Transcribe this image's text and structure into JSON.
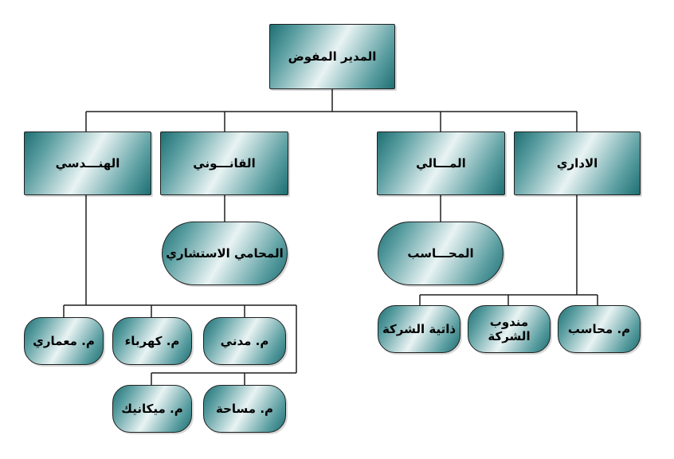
{
  "nodes": {
    "director": "المدير المفوض",
    "engineering": "الهنـــدسي",
    "legal": "القانـــوني",
    "financial": "المـــالي",
    "administrative": "الاداري",
    "lawyer": "المحامي الاستشاري",
    "accountant_main": "المحـــاسب",
    "architect": "م. معماري",
    "electrical": "م. كهرباء",
    "civil": "م. مدني",
    "mechanical": "م. ميكانيك",
    "surveying": "م. مساحة",
    "company_hr": "ذاتية الشركة",
    "company_rep": "مندوب الشركة",
    "accountant": "م. محاسب"
  }
}
